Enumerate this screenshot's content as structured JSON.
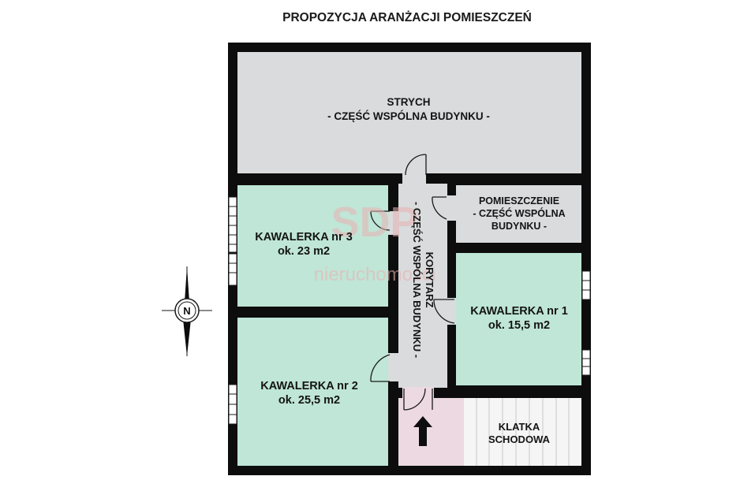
{
  "title": "PROPOZYCJA ARANŻACJI POMIESZCZEŃ",
  "watermark": {
    "brand": "SDP",
    "tagline": "nieruchomości"
  },
  "compass": {
    "label": "N"
  },
  "rooms": {
    "strych": {
      "line1": "STRYCH",
      "line2": "- CZĘŚĆ WSPÓLNA BUDYNKU -"
    },
    "kawalerka3": {
      "line1": "KAWALERKA nr 3",
      "line2": "ok. 23 m2"
    },
    "kawalerka2": {
      "line1": "KAWALERKA nr 2",
      "line2": "ok. 25,5 m2"
    },
    "kawalerka1": {
      "line1": "KAWALERKA nr 1",
      "line2": "ok. 15,5 m2"
    },
    "pomieszczenie": {
      "line1": "POMIESZCZENIE",
      "line2": "- CZĘŚĆ WSPÓLNA",
      "line3": "BUDYNKU -"
    },
    "korytarz": {
      "line1": "KORYTARZ",
      "line2": "- CZĘŚĆ WSPÓLNA BUDYNKU -"
    },
    "klatka": {
      "line1": "KLATKA",
      "line2": "SCHODOWA"
    }
  },
  "colors": {
    "wall": "#0d0d0d",
    "apartment": "#bfe6d7",
    "common": "#d9dbdc",
    "entry": "#ecd9e2",
    "stairs": "#f5f5f5"
  }
}
